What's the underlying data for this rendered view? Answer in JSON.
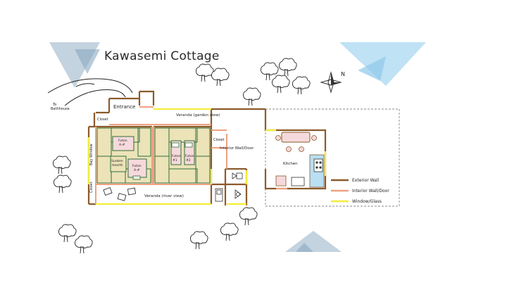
{
  "title": "Kawasemi Cottage",
  "compass": "N",
  "labels": {
    "to_bathhouse": "To\nBathhouse",
    "entrance": "Entrance",
    "veranda_garden": "Veranda (garden view)",
    "closet_top": "Closet",
    "closet_right": "Closet",
    "closet_bottom": "Closet",
    "bay_window": "Bay Window",
    "futon_a": "Futon\nA-#",
    "futon_b": "Futon\nA-#",
    "sunken_hearth": "Sunken\nHearth",
    "futon_1": "Futon\n#1",
    "futon_2": "Futon\n#2",
    "interior_wall_door": "Interior Wall/Door",
    "kitchen": "Kitchen",
    "veranda_river": "Veranda (river view)"
  },
  "legend": [
    {
      "label": "Exterior Wall",
      "color": "#8b5a2b"
    },
    {
      "label": "Interior Wall/Door",
      "color": "#f0a080"
    },
    {
      "label": "Window/Glass",
      "color": "#f2ee3a"
    }
  ],
  "colors": {
    "exterior": "#8b5a2b",
    "interior": "#f0a080",
    "window": "#f2ee3a",
    "tatami": "#ece3b8",
    "tatami_border": "#2f6e3a",
    "futon": "#f6d9dc",
    "triangle_blue": "#b8dff3",
    "triangle_gray": "#a9c0d2"
  }
}
